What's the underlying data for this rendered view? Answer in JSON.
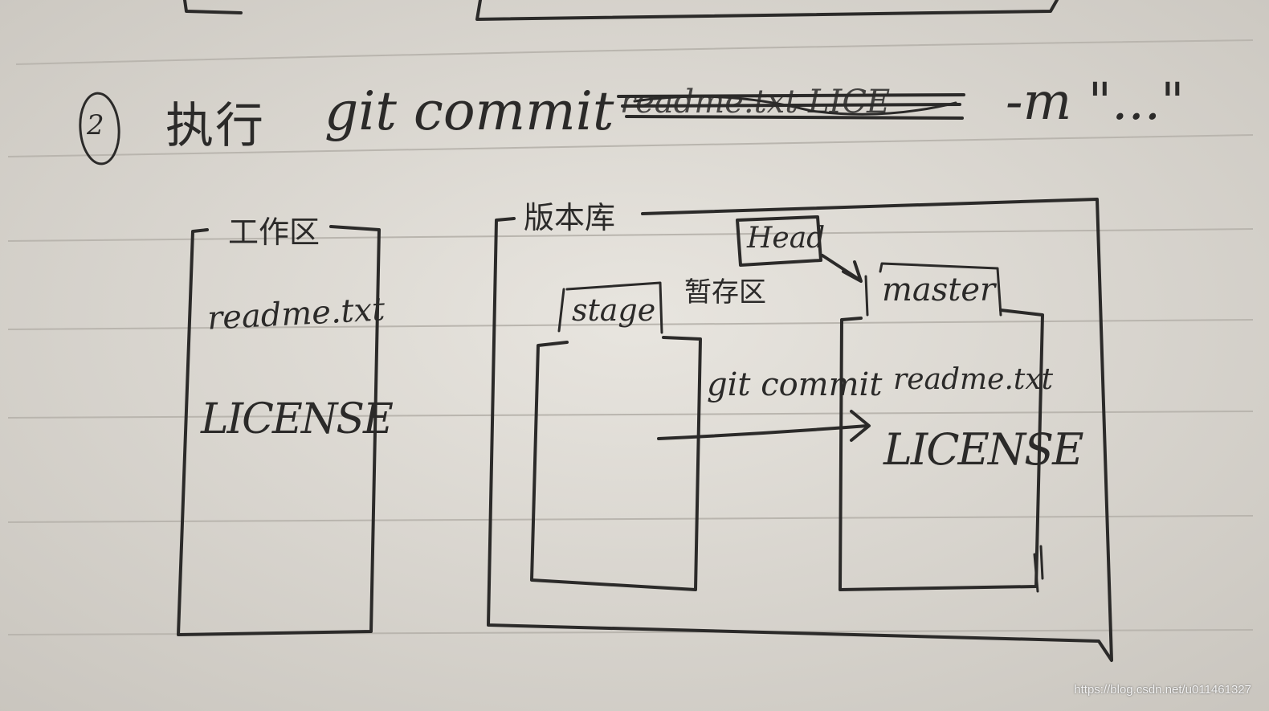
{
  "step": {
    "number": "2",
    "verb": "执行",
    "command": "git commit",
    "struck_text": "readme.txt LICE",
    "message_flag": "-m \"...\""
  },
  "working_area": {
    "title": "工作区",
    "files": [
      "readme.txt",
      "LICENSE"
    ]
  },
  "repository": {
    "title": "版本库",
    "head_label": "Head",
    "stage_label": "stage",
    "stage_caption": "暂存区",
    "branch_label": "master",
    "branch_files": [
      "readme.txt",
      "LICENSE"
    ],
    "arrow_label": "git commit"
  },
  "watermark": "https://blog.csdn.net/u011461327"
}
